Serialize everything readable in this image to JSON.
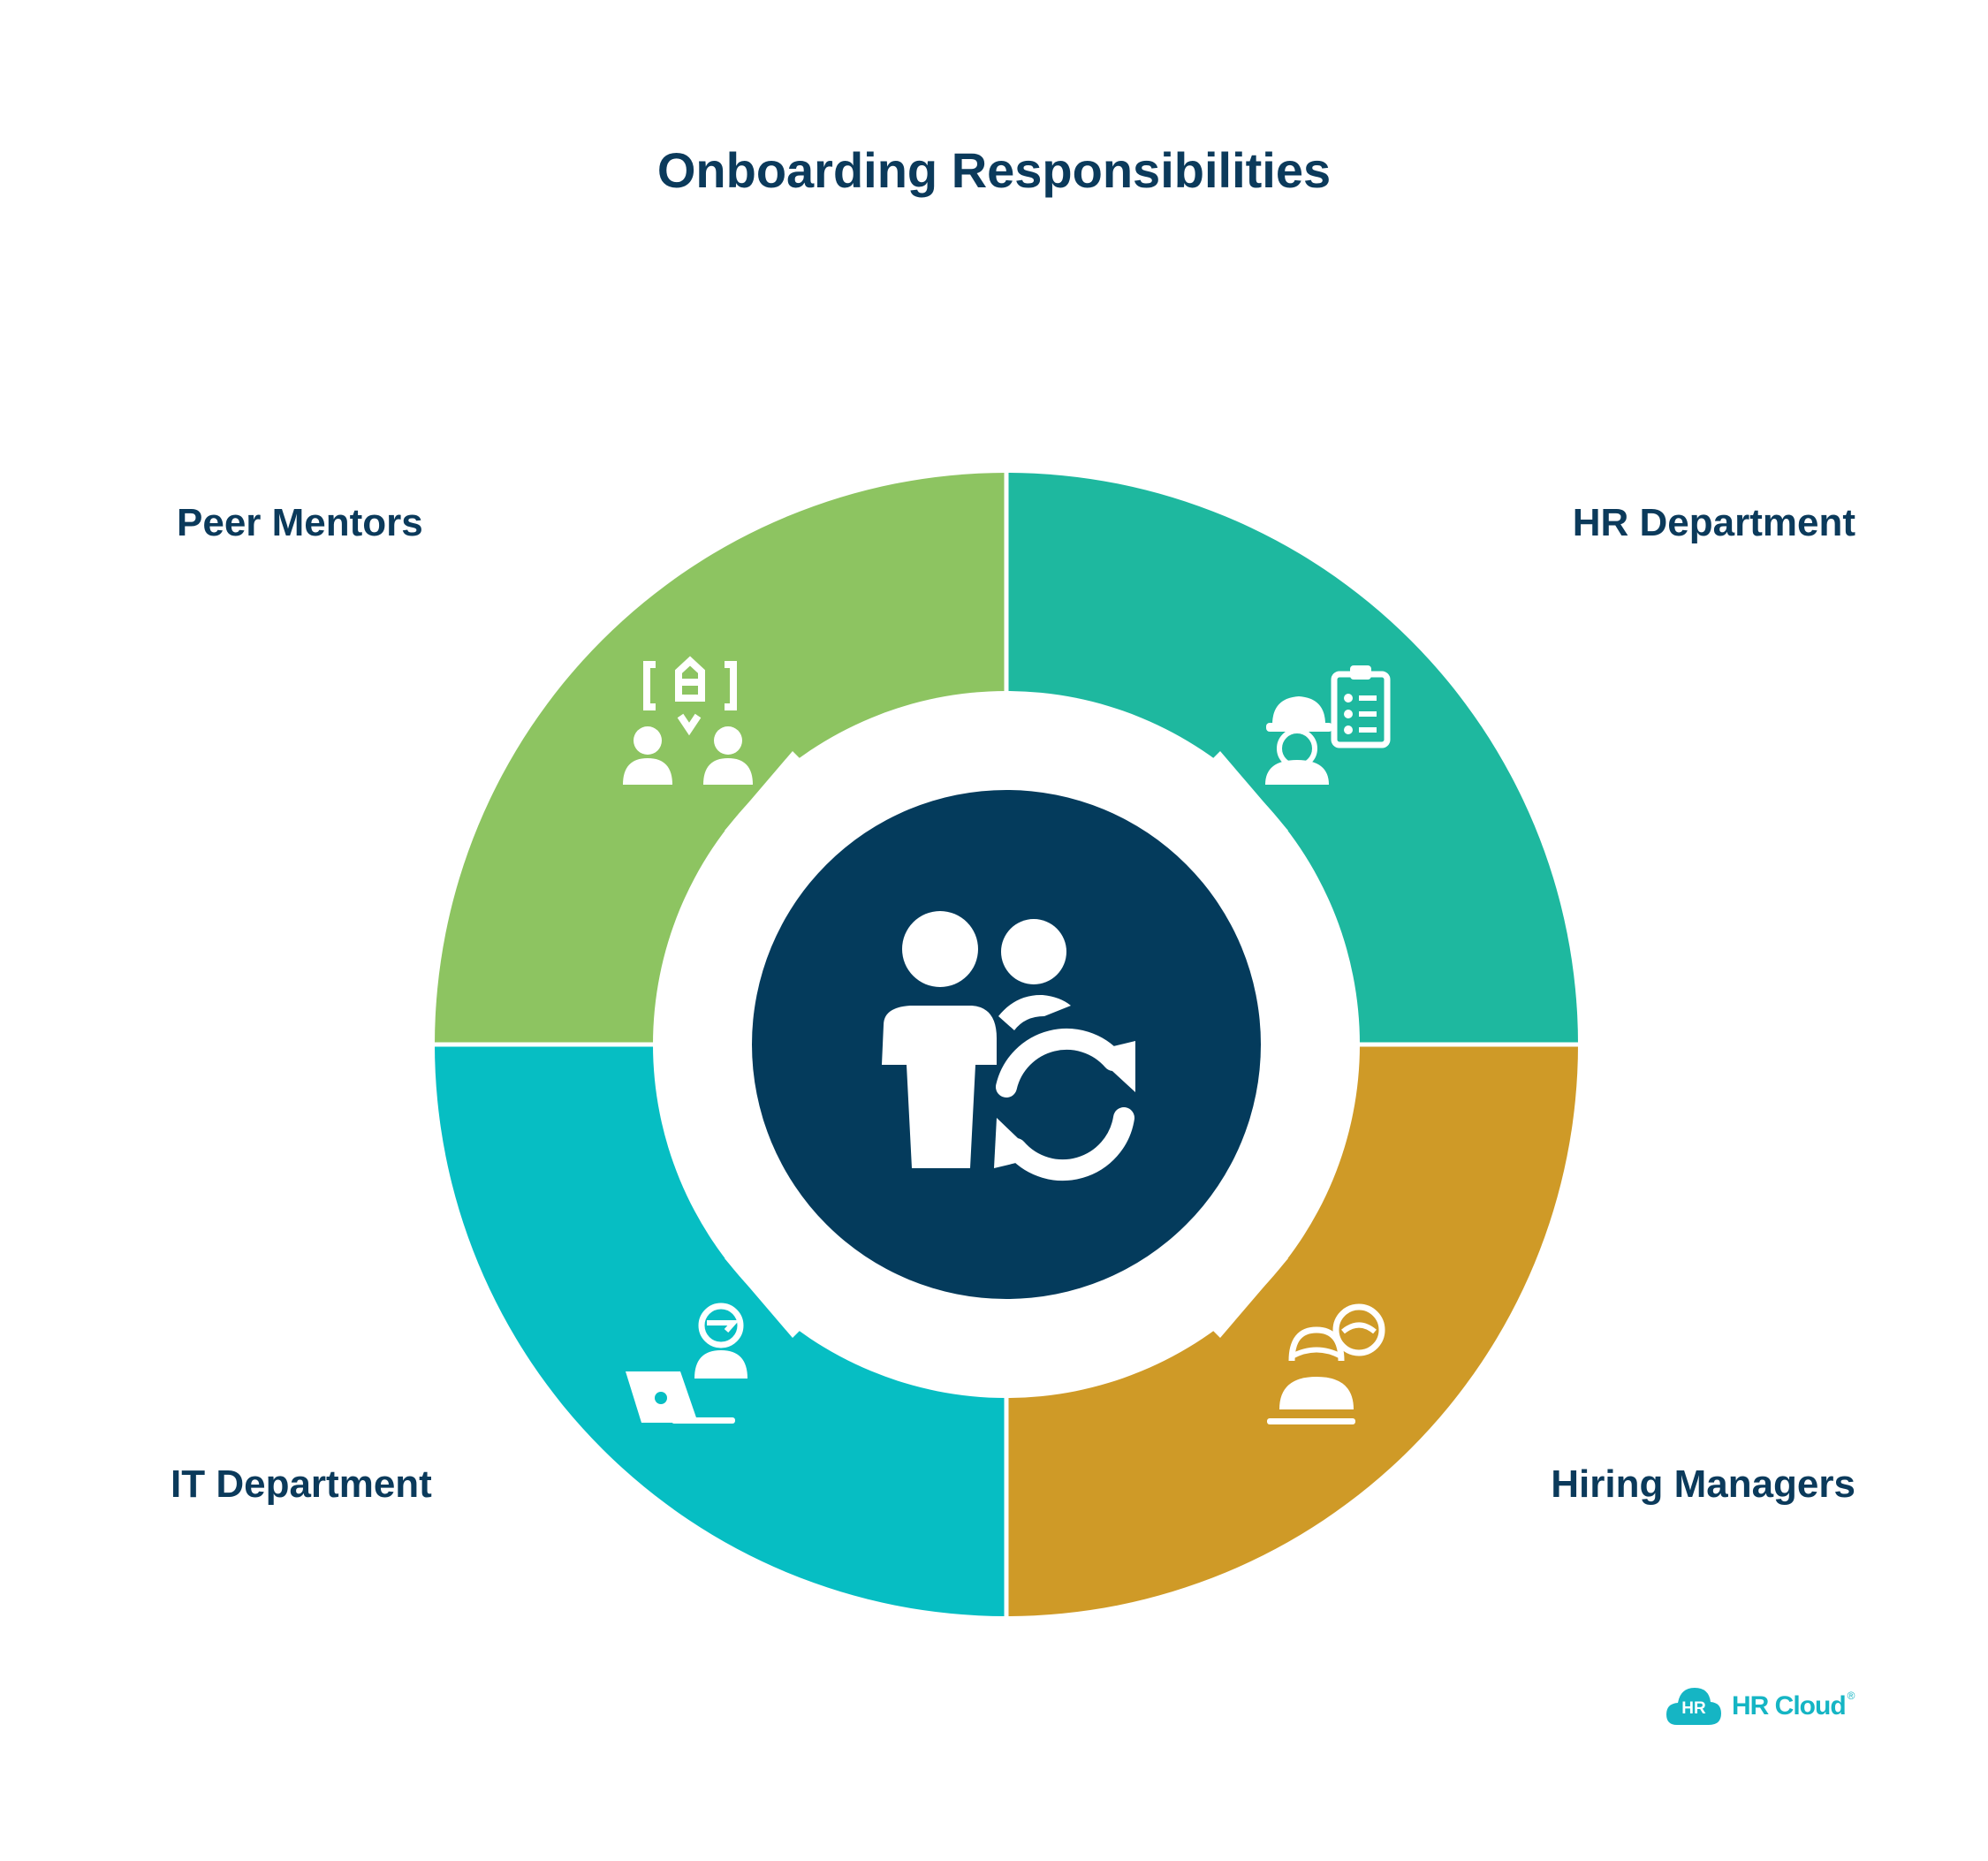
{
  "title": "Onboarding Responsibilities",
  "segments": [
    {
      "label": "Peer Mentors",
      "color": "#8dc461",
      "icon": "mentoring-icon"
    },
    {
      "label": "HR Department",
      "color": "#1eb89f",
      "icon": "worker-checklist-icon"
    },
    {
      "label": "IT Department",
      "color": "#06bec3",
      "icon": "it-support-laptop-icon"
    },
    {
      "label": "Hiring Managers",
      "color": "#cf9a27",
      "icon": "manager-handshake-icon"
    }
  ],
  "center": {
    "color": "#043b5c",
    "icon": "people-exchange-icon"
  },
  "brand": {
    "badge": "HR",
    "text": "HR Cloud",
    "registered": "®",
    "color": "#15b5c4"
  }
}
